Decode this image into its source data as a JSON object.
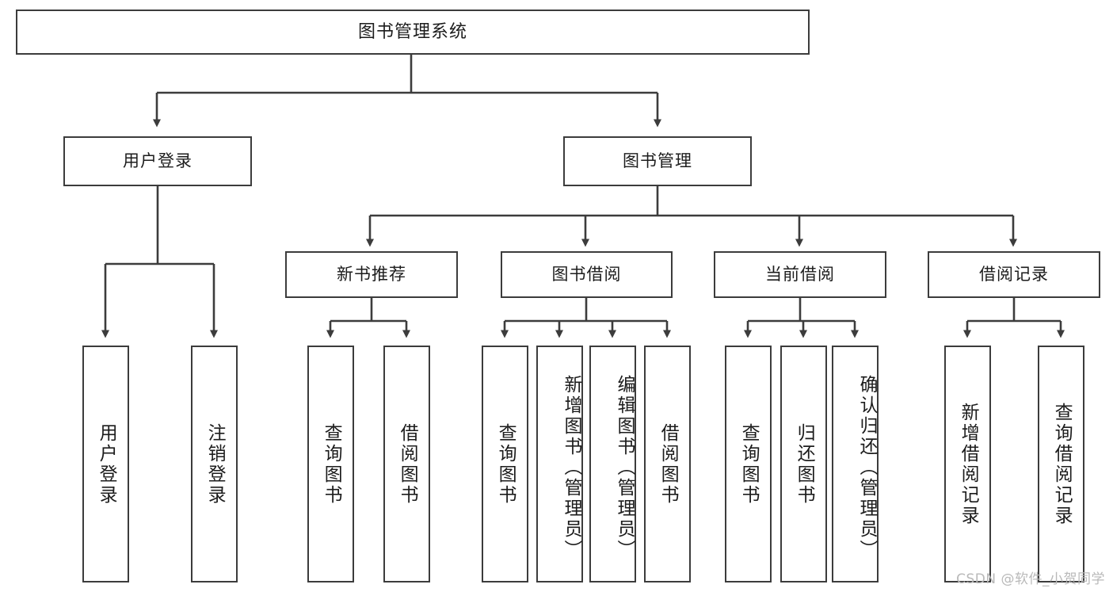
{
  "diagram": {
    "title": "图书管理系统",
    "type": "tree-hierarchy-chart",
    "root": {
      "label": "图书管理系统"
    },
    "level1": [
      {
        "label": "用户登录"
      },
      {
        "label": "图书管理"
      }
    ],
    "level2": [
      {
        "label": "新书推荐"
      },
      {
        "label": "图书借阅"
      },
      {
        "label": "当前借阅"
      },
      {
        "label": "借阅记录"
      }
    ],
    "leaves": [
      {
        "label": "用户登录",
        "parent": "用户登录"
      },
      {
        "label": "注销登录",
        "parent": "用户登录"
      },
      {
        "label": "查询图书",
        "parent": "新书推荐"
      },
      {
        "label": "借阅图书",
        "parent": "新书推荐"
      },
      {
        "label": "查询图书",
        "parent": "图书借阅"
      },
      {
        "label": "新增图书（管理员）",
        "parent": "图书借阅"
      },
      {
        "label": "编辑图书（管理员）",
        "parent": "图书借阅"
      },
      {
        "label": "借阅图书",
        "parent": "图书借阅"
      },
      {
        "label": "查询图书",
        "parent": "当前借阅"
      },
      {
        "label": "归还图书",
        "parent": "当前借阅"
      },
      {
        "label": "确认归还（管理员）",
        "parent": "当前借阅"
      },
      {
        "label": "新增借阅记录",
        "parent": "借阅记录"
      },
      {
        "label": "查询借阅记录",
        "parent": "借阅记录"
      }
    ]
  },
  "watermark": {
    "text": "CSDN @软件_小贺同学"
  },
  "colors": {
    "border": "#3c3c3c",
    "background": "#ffffff",
    "text": "#1c1c1c",
    "watermark": "#b9b9b9"
  }
}
